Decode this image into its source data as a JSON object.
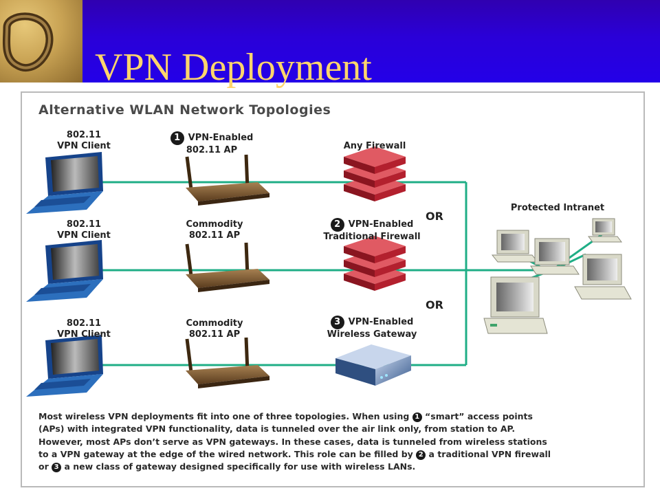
{
  "slide": {
    "title": "VPN Deployment"
  },
  "figure": {
    "title": "Alternative WLAN Network Topologies",
    "rows": [
      {
        "client_label": [
          "802.11",
          "VPN Client"
        ],
        "ap_num": "1",
        "ap_label": [
          "VPN-Enabled",
          "802.11 AP"
        ],
        "gw_num": "",
        "gw_label": [
          "Any Firewall"
        ]
      },
      {
        "client_label": [
          "802.11",
          "VPN Client"
        ],
        "ap_num": "",
        "ap_label": [
          "Commodity",
          "802.11 AP"
        ],
        "gw_num": "2",
        "gw_label": [
          "VPN-Enabled",
          "Traditional Firewall"
        ]
      },
      {
        "client_label": [
          "802.11",
          "VPN Client"
        ],
        "ap_num": "",
        "ap_label": [
          "Commodity",
          "802.11 AP"
        ],
        "gw_num": "3",
        "gw_label": [
          "VPN-Enabled",
          "Wireless Gateway"
        ]
      }
    ],
    "or_labels": [
      "OR",
      "OR"
    ],
    "intranet_label": "Protected Intranet",
    "caption": {
      "line1": {
        "a": "Most wireless VPN deployments fit into one of three topologies. When using",
        "num": "1",
        "b": "“smart” access points"
      },
      "line2": "(APs) with integrated VPN functionality, data is tunneled over the air link only, from station to AP.",
      "line3": "However, most APs don’t serve as VPN gateways. In these cases, data is tunneled from wireless stations",
      "line4": {
        "a": "to a VPN gateway at the edge of the wired network. This role can be filled by",
        "num": "2",
        "b": "a traditional VPN firewall"
      },
      "line5": {
        "pre": "or",
        "num": "3",
        "b": "a new class of gateway designed specifically for use with wireless LANs."
      }
    }
  },
  "colors": {
    "header": "#2400e8",
    "title": "#ffd56c",
    "link": "#1fae86",
    "firewall": "#b3202e",
    "frame": "#b9b9b9"
  }
}
